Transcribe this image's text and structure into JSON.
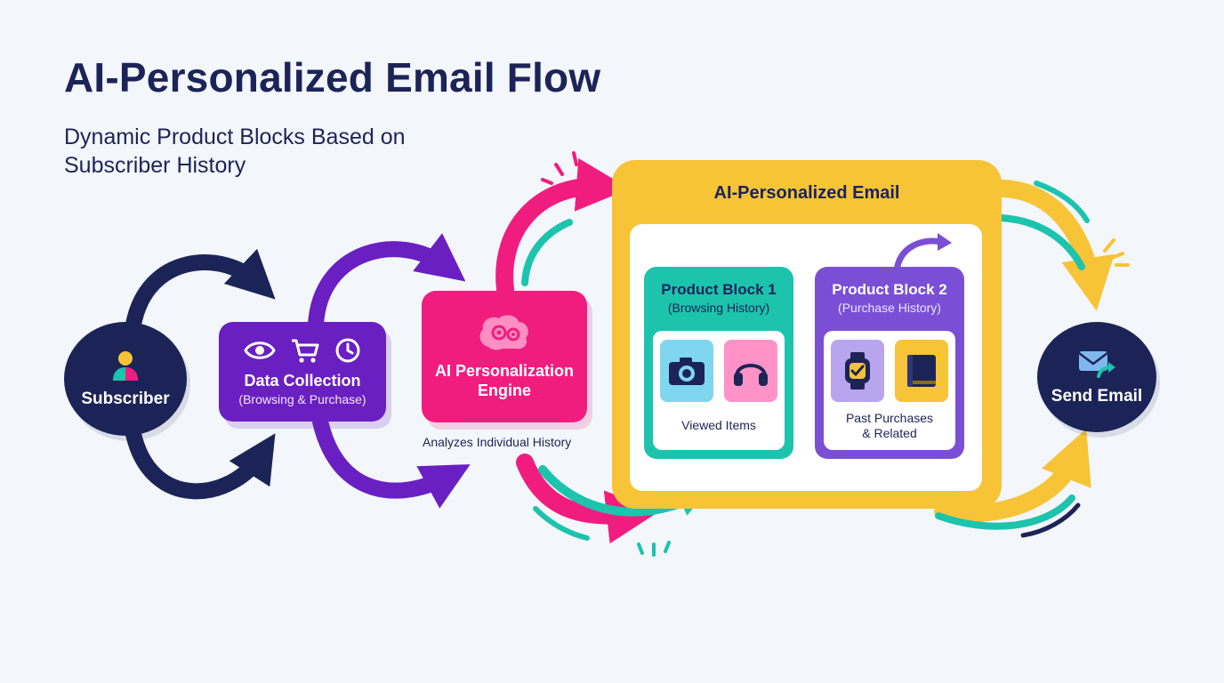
{
  "header": {
    "title": "AI-Personalized Email Flow",
    "subtitle": "Dynamic Product Blocks Based on Subscriber History"
  },
  "nodes": {
    "subscriber": {
      "label": "Subscriber",
      "icon": "user-icon"
    },
    "data_collection": {
      "title": "Data Collection",
      "subtitle": "(Browsing & Purchase)",
      "icons": [
        "eye-icon",
        "cart-icon",
        "clock-icon"
      ]
    },
    "ai_engine": {
      "title": "AI Personalization Engine",
      "caption": "Analyzes Individual History",
      "icon": "brain-gears-icon"
    },
    "email": {
      "title": "AI-Personalized Email",
      "block1": {
        "title": "Product Block 1",
        "subtitle": "(Browsing History)",
        "caption": "Viewed Items",
        "icons": [
          "camera-icon",
          "headphones-icon"
        ]
      },
      "block2": {
        "title": "Product Block 2",
        "subtitle": "(Purchase History)",
        "caption_line1": "Past Purchases",
        "caption_line2": "& Related",
        "icons": [
          "smartwatch-icon",
          "book-icon"
        ]
      }
    },
    "send_email": {
      "label": "Send Email",
      "icon": "send-mail-icon"
    }
  },
  "colors": {
    "navy": "#1c2457",
    "purple": "#6a1fc2",
    "pink": "#f01d7f",
    "teal": "#1cc3ad",
    "yellow": "#f6c436",
    "violet": "#7a4fd6"
  }
}
